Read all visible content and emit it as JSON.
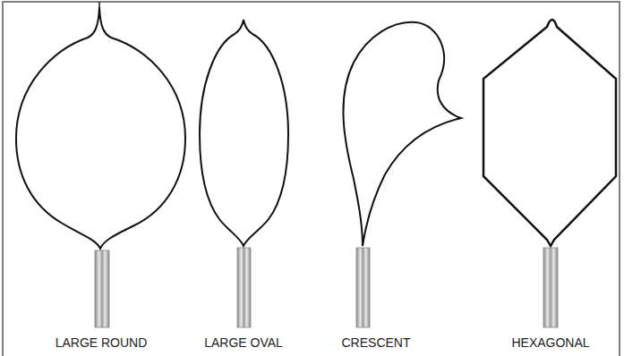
{
  "diagram": {
    "labels": [
      "LARGE ROUND",
      "LARGE OVAL",
      "CRESCENT",
      "HEXAGONAL"
    ]
  }
}
